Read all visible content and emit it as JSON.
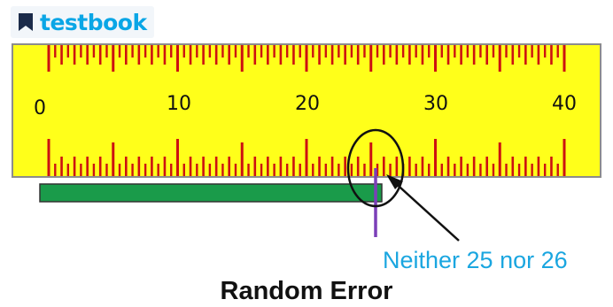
{
  "logo": {
    "text": "testbook"
  },
  "ruler": {
    "labels": [
      "0",
      "10",
      "20",
      "30",
      "40"
    ],
    "min": 0,
    "max": 40,
    "color": "#ffff1a",
    "tick_color": "#cc1111"
  },
  "measurement": {
    "bar_color": "#1a9b4a",
    "marker_color": "#7b3fb8",
    "end_value": 25.5
  },
  "annotation": {
    "caption": "Neither 25 nor 26"
  },
  "title": "Random Error"
}
